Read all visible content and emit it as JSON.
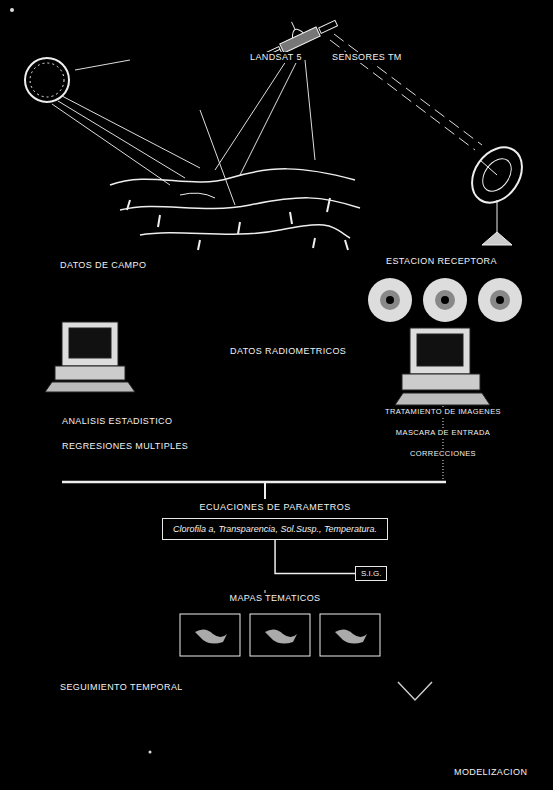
{
  "diagram": {
    "nodes": [
      {
        "text": [
          "ECUACIONES DE PARAMETROS",
          "Clorofila a, Transparencia, Sol.Susp., Temperatura."
        ]
      },
      {
        "text": [
          "S.I.G."
        ]
      }
    ],
    "edges": [
      {
        "from": 0,
        "to": 1,
        "arrow": "none"
      }
    ],
    "labels": [
      "LANDSAT 5",
      "SENSORES TM",
      "DATOS DE CAMPO",
      "ESTACION RECEPTORA",
      "DATOS RADIOMETRICOS",
      "ANALISIS ESTADISTICO",
      "REGRESIONES MULTIPLES",
      "TRATAMIENTO DE IMAGENES",
      "MASCARA DE ENTRADA",
      "CORRECCIONES",
      "MAPAS TEMATICOS",
      "SEGUIMIENTO TEMPORAL",
      "MODELIZACION"
    ]
  }
}
